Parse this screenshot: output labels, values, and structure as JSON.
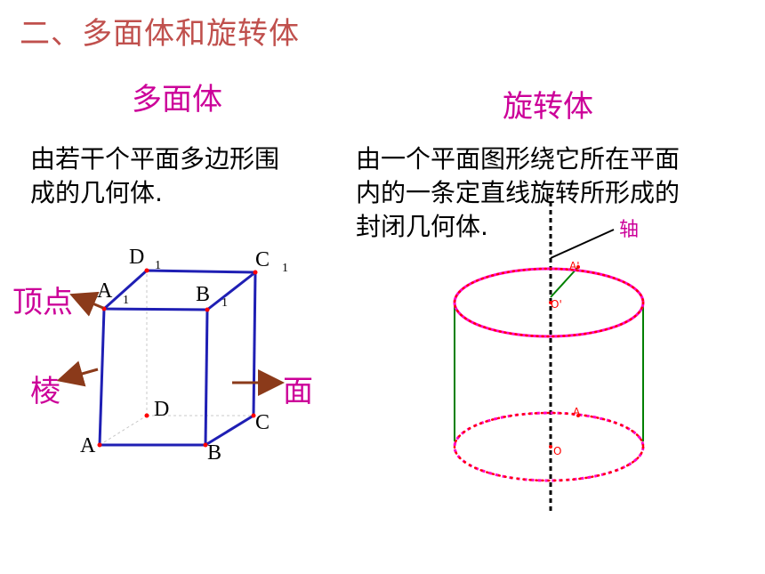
{
  "page_title": "二、多面体和旋转体",
  "polyhedron": {
    "heading": "多面体",
    "definition_line1": "由若干个平面多边形围",
    "definition_line2": "成的几何体.",
    "callouts": {
      "vertex": "顶点",
      "edge": "棱",
      "face": "面"
    },
    "vertex_labels": {
      "A1": "A",
      "B1": "B",
      "C1": "C",
      "D1": "D",
      "A": "A",
      "B": "B",
      "C": "C",
      "D": "D",
      "subscript": "1"
    }
  },
  "solid_of_revolution": {
    "heading": "旋转体",
    "definition_line1": "由一个平面图形绕它所在平面",
    "definition_line2": "内的一条定直线旋转所形成的",
    "definition_line3": "封闭几何体.",
    "axis_label": "轴",
    "point_labels": {
      "A_top": "A'",
      "O_top": "O'",
      "A_bottom": "A",
      "O_bottom": "O"
    }
  },
  "colors": {
    "title": "#c0504d",
    "heading": "#cc0099",
    "cube_edges": "#1f1fb4",
    "arrows": "#8b3a1a",
    "cylinder_outline": "#ff00cc",
    "cylinder_dots": "#ff0000",
    "generatrix": "#008000"
  }
}
